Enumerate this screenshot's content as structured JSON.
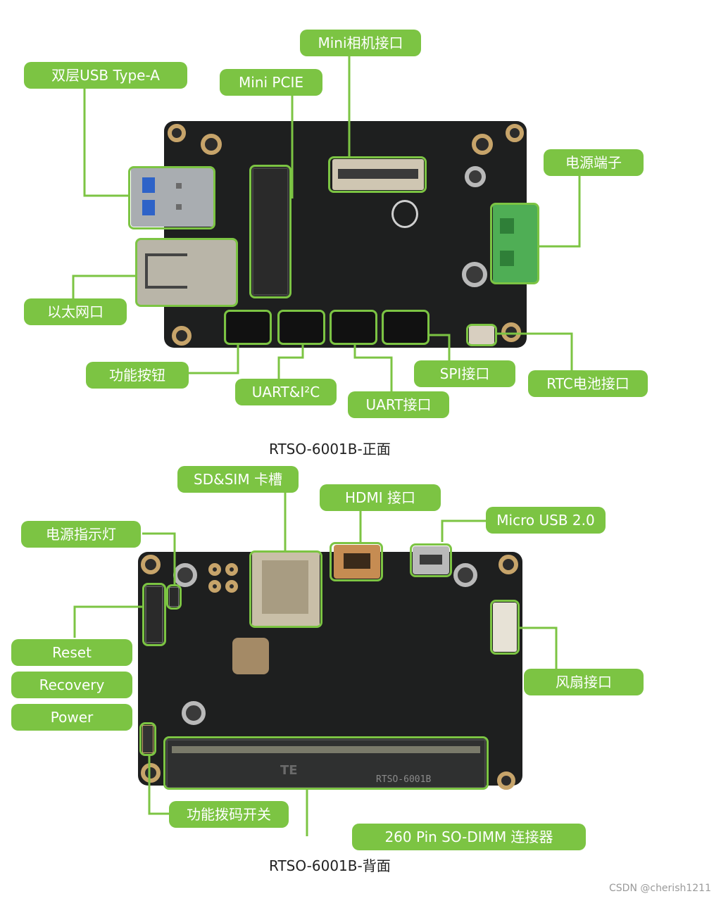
{
  "front": {
    "caption": "RTSO-6001B-正面",
    "labels": {
      "usb": "双层USB Type-A",
      "minipcie": "Mini PCIE",
      "camera": "Mini相机接口",
      "power_terminal": "电源端子",
      "ethernet": "以太网口",
      "function_button": "功能按钮",
      "uart_i2c": "UART&I²C",
      "uart": "UART接口",
      "spi": "SPI接口",
      "rtc": "RTC电池接口"
    }
  },
  "back": {
    "caption": "RTSO-6001B-背面",
    "labels": {
      "sd_sim": "SD&SIM 卡槽",
      "hdmi": "HDMI 接口",
      "micro_usb": "Micro USB 2.0",
      "power_led": "电源指示灯",
      "reset": "Reset",
      "recovery": "Recovery",
      "power": "Power",
      "fan": "风扇接口",
      "dip_switch": "功能拨码开关",
      "sodimm": "260 Pin SO-DIMM 连接器"
    },
    "board_text": "RTSO-6001B"
  },
  "watermark": "CSDN @cherish1211",
  "colors": {
    "accent": "#7cc443",
    "board": "#1e1f1f",
    "gold": "#c7a46a"
  }
}
